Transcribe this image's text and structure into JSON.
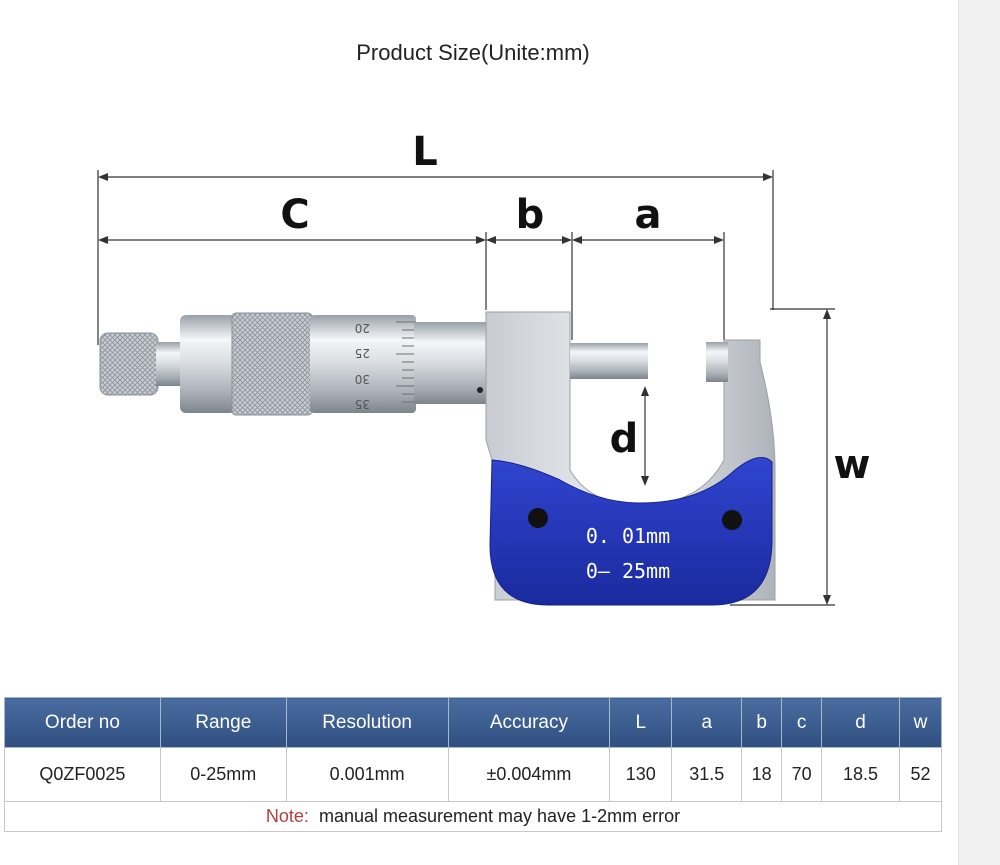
{
  "title": "Product Size(Unite:mm)",
  "dimension_labels": {
    "L": "L",
    "C": "C",
    "b": "b",
    "a": "a",
    "d": "d",
    "w": "w"
  },
  "frame_text": {
    "resolution": "0. 01mm",
    "range": "0— 25mm"
  },
  "sleeve_marks": [
    "20",
    "25",
    "30",
    "35"
  ],
  "colors": {
    "frame_blue": "#2236b8",
    "header_blue": "#3a5a8c",
    "note_red": "#b04040"
  },
  "table": {
    "headers": [
      "Order no",
      "Range",
      "Resolution",
      "Accuracy",
      "L",
      "a",
      "b",
      "c",
      "d",
      "w"
    ],
    "rows": [
      [
        "Q0ZF0025",
        "0-25mm",
        "0.001mm",
        "±0.004mm",
        "130",
        "31.5",
        "18",
        "70",
        "18.5",
        "52"
      ]
    ],
    "note_label": "Note:",
    "note_text": "manual measurement may have 1-2mm error"
  }
}
